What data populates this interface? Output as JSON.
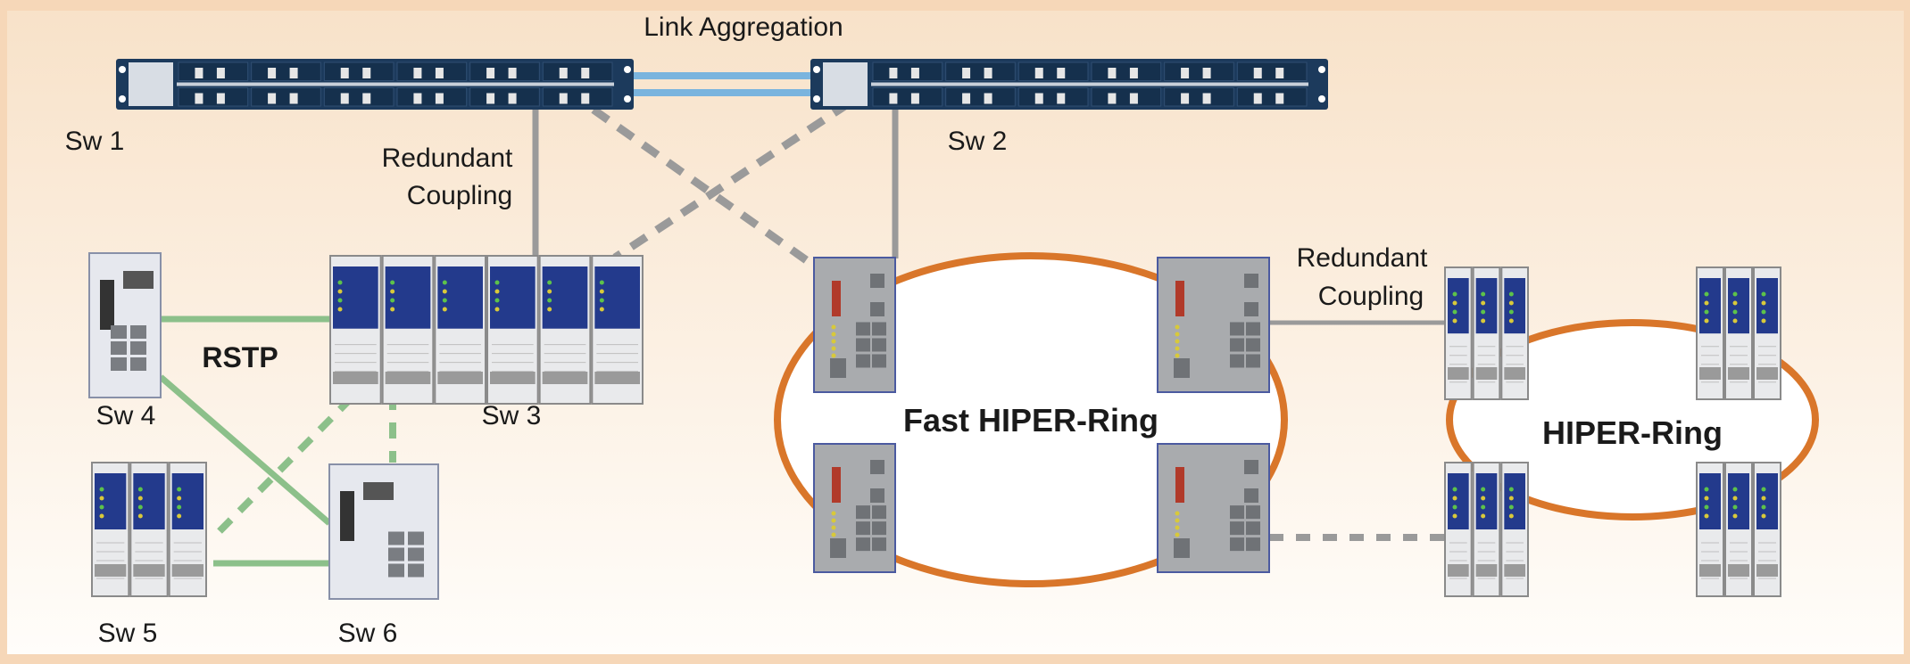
{
  "labels": {
    "link_aggregation": "Link Aggregation",
    "redundant_coupling_1_line1": "Redundant",
    "redundant_coupling_1_line2": "Coupling",
    "redundant_coupling_2_line1": "Redundant",
    "redundant_coupling_2_line2": "Coupling",
    "rstp": "RSTP",
    "fast_hiper_ring": "Fast HIPER-Ring",
    "hiper_ring": "HIPER-Ring"
  },
  "switches": {
    "sw1": "Sw 1",
    "sw2": "Sw 2",
    "sw3": "Sw 3",
    "sw4": "Sw 4",
    "sw5": "Sw 5",
    "sw6": "Sw 6"
  },
  "colors": {
    "frame": "#f6d7b8",
    "background_top": "#f8e2c9",
    "background_bottom": "#fffdfa",
    "ring": "#d9762a",
    "link_aggregation": "#7ab4de",
    "rstp": "#8cc08a",
    "coupling": "#9a9a9a",
    "rack_blue": "#1c3a5c",
    "module_blue": "#233a8c"
  }
}
